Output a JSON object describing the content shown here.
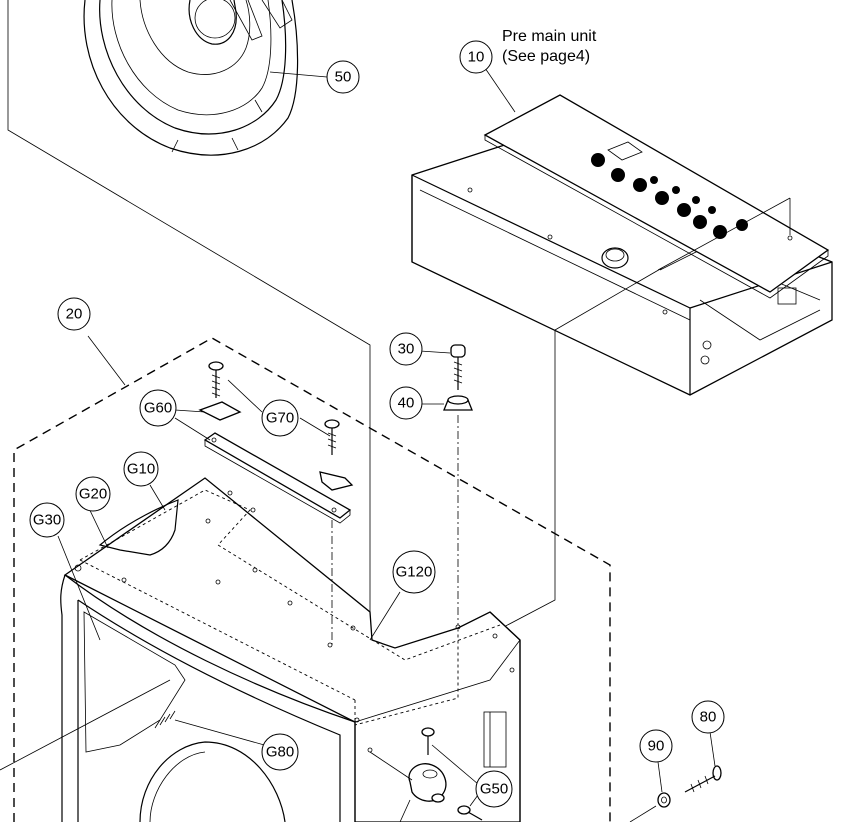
{
  "title_note": {
    "line1": "Pre main unit",
    "line2": "(See page4)"
  },
  "callouts": {
    "c10": "10",
    "c20": "20",
    "c30": "30",
    "c40": "40",
    "c50": "50",
    "c80": "80",
    "c90": "90",
    "g10": "G10",
    "g20": "G20",
    "g30": "G30",
    "g50": "G50",
    "g60": "G60",
    "g70": "G70",
    "g80": "G80",
    "g120": "G120"
  }
}
